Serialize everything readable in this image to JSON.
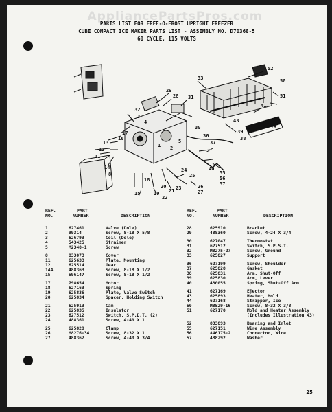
{
  "watermark": "AppliancePartsPros.com",
  "header": {
    "line1": "PARTS LIST FOR FREE-O-FROST UPRIGHT FREEZER",
    "line2": "CUBE COMPACT ICE MAKER PARTS LIST - ASSEMBLY NO. D70368-5",
    "line3": "60 CYCLE, 115 VOLTS"
  },
  "columns": {
    "ref_line1": "REF.",
    "ref_line2": "NO.",
    "part_line1": "PART",
    "part_line2": "NUMBER",
    "desc": "DESCRIPTION"
  },
  "callouts": [
    "1",
    "2",
    "3",
    "4",
    "5",
    "8",
    "11",
    "12",
    "13",
    "14",
    "15",
    "16",
    "17",
    "18",
    "19",
    "20",
    "21",
    "22",
    "23",
    "24",
    "25",
    "26",
    "27",
    "28",
    "29",
    "30",
    "31",
    "32",
    "33",
    "36",
    "37",
    "38",
    "39",
    "40",
    "43",
    "44",
    "50",
    "51",
    "55",
    "56",
    "57"
  ],
  "parts_left": [
    {
      "ref": "1",
      "part": "627461",
      "desc": "Valve (Dole)"
    },
    {
      "ref": "2",
      "part": "99314",
      "desc": "Screw, 8-18 X 5/8"
    },
    {
      "ref": "3",
      "part": "626793",
      "desc": "Coil (Dole)"
    },
    {
      "ref": "4",
      "part": "543425",
      "desc": "Strainer"
    },
    {
      "ref": "5",
      "part": "M2340-1",
      "desc": "Screw"
    },
    {
      "ref": "8",
      "part": "833073",
      "desc": "Cover"
    },
    {
      "ref": "11",
      "part": "625633",
      "desc": "Plate, Mounting"
    },
    {
      "ref": "12",
      "part": "625514",
      "desc": "Gear"
    },
    {
      "ref": "144",
      "part": "488363",
      "desc": "Screw, 8-18 X 1/2"
    },
    {
      "ref": "15",
      "part": "596147",
      "desc": "Screw, 8-18 X 1/2"
    },
    {
      "ref": "17",
      "part": "798654",
      "desc": "Motor"
    },
    {
      "ref": "18",
      "part": "627163",
      "desc": "Spring"
    },
    {
      "ref": "19",
      "part": "625836",
      "desc": "Plate, Valve Switch"
    },
    {
      "ref": "20",
      "part": "625834",
      "desc": "Spacer, Holding Switch"
    },
    {
      "ref": "21",
      "part": "625913",
      "desc": "Cam"
    },
    {
      "ref": "22",
      "part": "625835",
      "desc": "Insulator"
    },
    {
      "ref": "23",
      "part": "627512",
      "desc": "Switch, S.P.D.T. (2)"
    },
    {
      "ref": "24",
      "part": "488361",
      "desc": "Screw, 4-40 X 1"
    },
    {
      "ref": "25",
      "part": "625829",
      "desc": "Clamp"
    },
    {
      "ref": "26",
      "part": "M8276-34",
      "desc": "Screw, 8-32 X 1"
    },
    {
      "ref": "27",
      "part": "488362",
      "desc": "Screw, 4-40 X 3/4"
    }
  ],
  "parts_right": [
    {
      "ref": "28",
      "part": "625910",
      "desc": "Bracket"
    },
    {
      "ref": "29",
      "part": "488360",
      "desc": "Screw, 4-24 X 3/4"
    },
    {
      "ref": "30",
      "part": "627047",
      "desc": "Thermostat"
    },
    {
      "ref": "31",
      "part": "627512",
      "desc": "Switch, S.P.S.T."
    },
    {
      "ref": "32",
      "part": "M8275-27",
      "desc": "Screw, Ground"
    },
    {
      "ref": "33",
      "part": "625827",
      "desc": "Support"
    },
    {
      "ref": "36",
      "part": "627199",
      "desc": "Screw, Shoulder"
    },
    {
      "ref": "37",
      "part": "625828",
      "desc": "Gasket"
    },
    {
      "ref": "38",
      "part": "625831",
      "desc": "Arm, Shut-Off"
    },
    {
      "ref": "39",
      "part": "625830",
      "desc": "Arm, Lever"
    },
    {
      "ref": "40",
      "part": "480055",
      "desc": "Spring, Shut-Off Arm"
    },
    {
      "ref": "41",
      "part": "627169",
      "desc": "Ejector"
    },
    {
      "ref": "43",
      "part": "625893",
      "desc": "Heater, Mold"
    },
    {
      "ref": "44",
      "part": "627168",
      "desc": "Stripper, Ice"
    },
    {
      "ref": "50",
      "part": "M8529-16",
      "desc": "Screw, 8-32 X 3/8"
    },
    {
      "ref": "51",
      "part": "627170",
      "desc": "Mold and Heater Assembly"
    },
    {
      "ref": "",
      "part": "",
      "desc": "(Includes Illustration 43)"
    },
    {
      "ref": "52",
      "part": "833893",
      "desc": "Bearing and Inlet"
    },
    {
      "ref": "55",
      "part": "627151",
      "desc": "Wire Assembly"
    },
    {
      "ref": "56",
      "part": "A46175-2",
      "desc": "Connector, Wire"
    },
    {
      "ref": "57",
      "part": "488292",
      "desc": "Washer"
    }
  ],
  "page_number": "25"
}
